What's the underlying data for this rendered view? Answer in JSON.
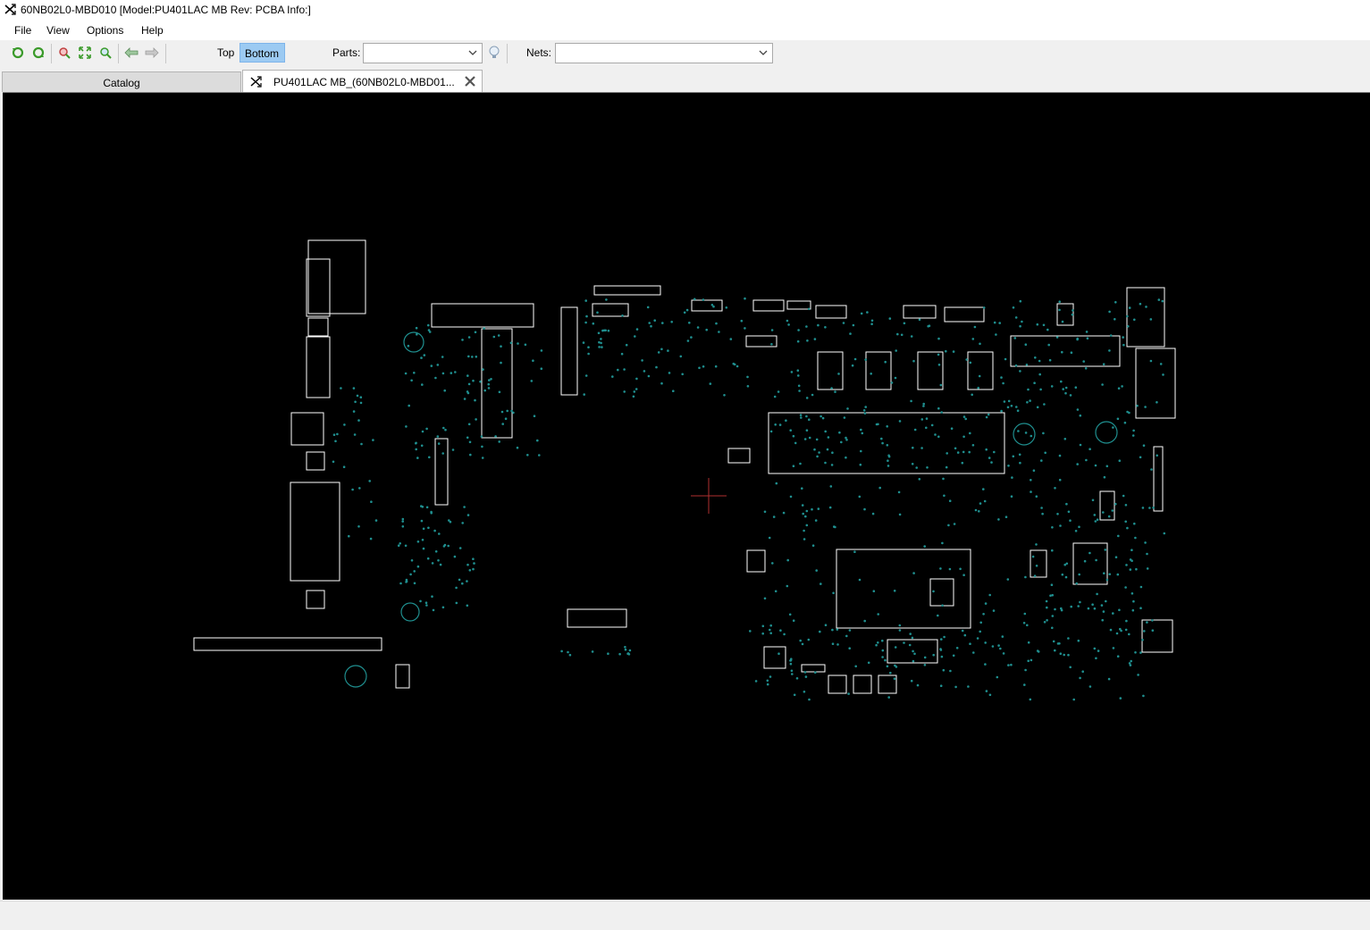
{
  "window": {
    "title": "60NB02L0-MBD010 [Model:PU401LAC MB Rev: PCBA Info:]",
    "app_icon": "crossed-arrows-icon"
  },
  "menu": {
    "file": "File",
    "view": "View",
    "options": "Options",
    "help": "Help"
  },
  "toolbar": {
    "icons": [
      "rotate-left-icon",
      "rotate-right-icon",
      "zoom-out-icon",
      "fit-board-icon",
      "zoom-in-icon",
      "back-arrow-icon",
      "forward-arrow-icon"
    ],
    "side_top": "Top",
    "side_bottom": "Bottom",
    "active_side": "Bottom",
    "parts_label": "Parts:",
    "parts_value": "",
    "nets_label": "Nets:",
    "nets_value": "",
    "highlight_icon": "lightbulb-icon"
  },
  "tabs": {
    "catalog": "Catalog",
    "board": "PU401LAC MB_(60NB02L0-MBD01...",
    "active": "board"
  },
  "board": {
    "layer_shown": "Bottom",
    "outline_color": "#ffffff",
    "pad_color": "#1f8f8f",
    "cursor_color": "#b03030",
    "background": "#000000"
  }
}
